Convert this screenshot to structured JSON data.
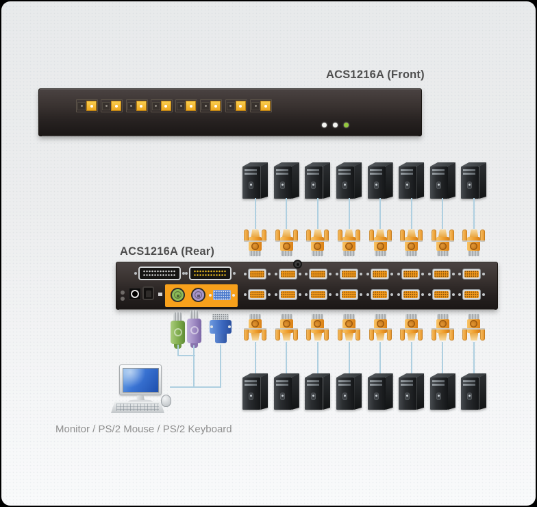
{
  "front_unit": {
    "label": "ACS1216A (Front)",
    "port_selection_buttons": 8,
    "leds": [
      {
        "name": "status-led-1",
        "color": "#f5f5f2"
      },
      {
        "name": "status-led-2",
        "color": "#f5f5f2"
      },
      {
        "name": "power-led",
        "color": "#94c83d"
      }
    ]
  },
  "rear_unit": {
    "label": "ACS1216A (Rear)",
    "daisy_chain_ports": [
      {
        "name": "daisy-chain-port-1",
        "pin_color": "#d6d6d6"
      },
      {
        "name": "daisy-chain-port-2",
        "pin_color": "#e7ba1f"
      }
    ],
    "kvm_ports_top_row": 8,
    "kvm_ports_bottom_row": 8,
    "console_section": {
      "panel_color": "#f7a01b",
      "mouse_port_color": "#8cbb59",
      "keyboard_port_color": "#a796cb",
      "monitor_port_color": "#4a79cc"
    }
  },
  "computers": {
    "top_row": 8,
    "bottom_row": 8
  },
  "kvm_cables": {
    "top_row": 8,
    "bottom_row": 8,
    "cable_color": "#aecfe0",
    "connector_color": "#f2a43e"
  },
  "console": {
    "caption": "Monitor / PS/2 Mouse / PS/2 Keyboard",
    "mouse_plug_color": "#8cbb59",
    "keyboard_plug_color": "#a796cb",
    "monitor_plug_color": "#3f6cc2"
  },
  "theme": {
    "background_top": "#e9ebec",
    "background_bottom": "#f9fafb",
    "frame_color": "#000000",
    "panel_color": "#2e2927",
    "label_color": "#4e4e4e",
    "caption_color": "#8f8f8f"
  }
}
